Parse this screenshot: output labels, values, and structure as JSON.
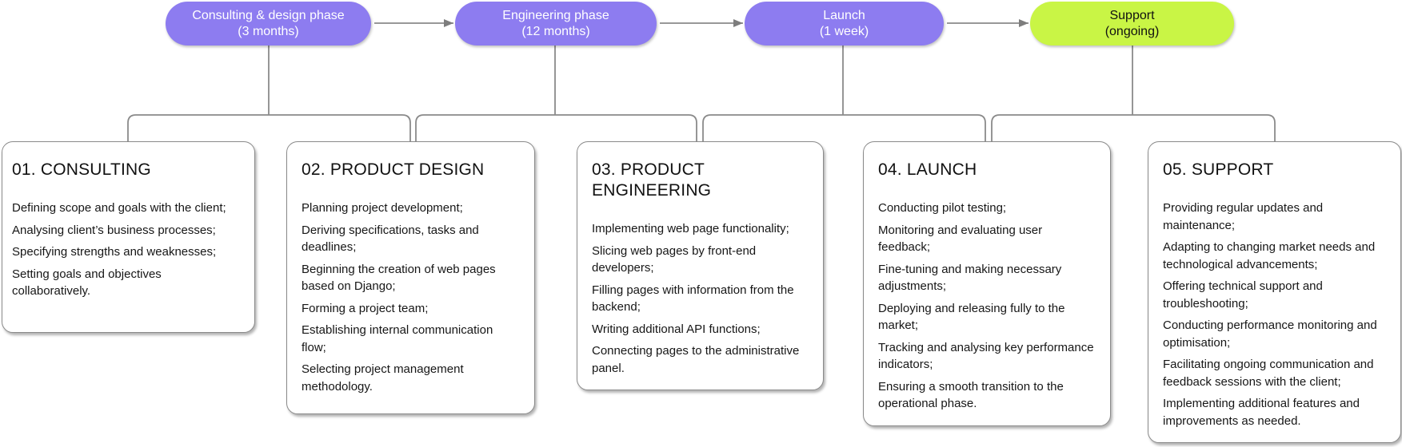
{
  "phases": [
    {
      "title": "Consulting & design phase",
      "duration": "(3 months)"
    },
    {
      "title": "Engineering phase",
      "duration": "(12 months)"
    },
    {
      "title": "Launch",
      "duration": "(1 week)"
    },
    {
      "title": "Support",
      "duration": "(ongoing)"
    }
  ],
  "cards": [
    {
      "title": "01. CONSULTING",
      "items": [
        "Defining scope and goals with the client;",
        "Analysing client’s business processes;",
        "Specifying strengths and weaknesses;",
        "Setting goals and objectives collaboratively."
      ]
    },
    {
      "title": "02. PRODUCT DESIGN",
      "items": [
        "Planning project development;",
        "Deriving specifications, tasks and deadlines;",
        "Beginning the creation of web pages based on Django;",
        "Forming a project team;",
        "Establishing internal communication flow;",
        "Selecting project management methodology."
      ]
    },
    {
      "title": "03. PRODUCT ENGINEERING",
      "items": [
        "Implementing web page functionality;",
        "Slicing web pages by front-end developers;",
        "Filling pages with information from the backend;",
        "Writing additional API functions;",
        "Connecting pages to the administrative panel."
      ]
    },
    {
      "title": "04. LAUNCH",
      "items": [
        "Conducting pilot testing;",
        "Monitoring and evaluating user feedback;",
        "Fine-tuning and making necessary adjustments;",
        "Deploying and releasing fully to the market;",
        "Tracking and analysing key performance indicators;",
        "Ensuring a smooth transition to the operational phase."
      ]
    },
    {
      "title": "05. SUPPORT",
      "items": [
        "Providing regular updates and maintenance;",
        "Adapting to changing market needs and technological advancements;",
        "Offering technical support and troubleshooting;",
        "Conducting performance monitoring and optimisation;",
        "Facilitating ongoing communication and feedback sessions with the client;",
        "Implementing additional features and improvements as needed."
      ]
    }
  ],
  "colors": {
    "phase_pill_purple": "#8d7cf0",
    "phase_pill_green": "#c9f545",
    "pill_text_on_purple": "#ffffff",
    "pill_text_on_green": "#111111",
    "connector_gray": "#8a8a8a",
    "arrowhead_gray": "#7d7d7d",
    "card_border_gray": "#8a8a8a",
    "card_background": "#ffffff",
    "text_dark": "#161616"
  }
}
